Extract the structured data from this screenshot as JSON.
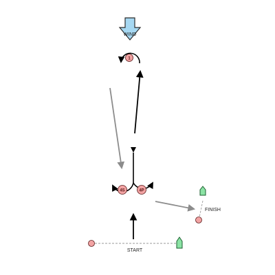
{
  "wind": {
    "label": "WIND",
    "fill": "#a6d8f2",
    "stroke": "#2b2b2b"
  },
  "marks": {
    "windward": {
      "label": "1",
      "fill": "#f2a3a3"
    },
    "gate_starboard": {
      "label": "4S",
      "fill": "#f2a3a3"
    },
    "gate_port": {
      "label": "4P",
      "fill": "#f2a3a3"
    },
    "start_pin": {
      "fill": "#f2a3a3"
    },
    "finish_pin": {
      "fill": "#f2a3a3"
    }
  },
  "lines": {
    "start": {
      "label": "START"
    },
    "finish": {
      "label": "FINISH"
    }
  },
  "boats": {
    "fill": "#8be3a4",
    "stroke": "#1b5e2f"
  },
  "legs": {
    "upwind_color": "#000000",
    "downwind_color": "#8c8c8c"
  }
}
